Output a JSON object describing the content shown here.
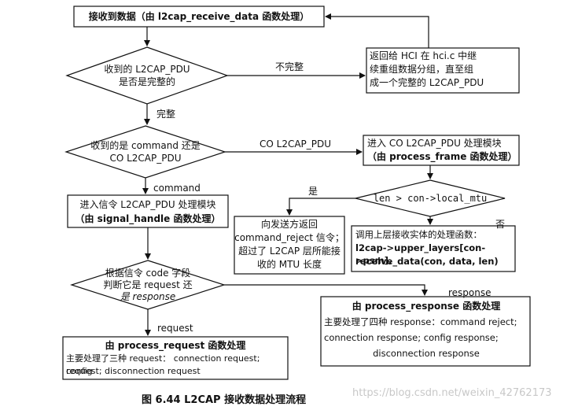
{
  "nodes": {
    "receive": "接收到数据（由 l2cap_receive_data 函数处理）",
    "complete_q_1": "收到的 L2CAP_PDU",
    "complete_q_2": "是否是完整的",
    "hci_1": "返回给 HCI 在 hci.c 中继",
    "hci_2": "续重组数据分组，直至组",
    "hci_3": "成一个完整的 L2CAP_PDU",
    "type_q_1": "收到的是 command 还是",
    "type_q_2": "CO L2CAP_PDU",
    "process_frame_1": "进入 CO L2CAP_PDU 处理模块",
    "process_frame_2": "（由 process_frame 函数处理）",
    "signal_1": "进入信令 L2CAP_PDU 处理模块",
    "signal_2": "（由 signal_handle 函数处理）",
    "mtu_q": "len > con->local_mtu",
    "reject_1": "向发送方返回",
    "reject_2": "command_reject 信令；",
    "reject_3": "超过了 L2CAP 层所能接",
    "reject_4": "收的 MTU 长度",
    "upper_1": "调用上层接收实体的处理函数：",
    "upper_2": "l2cap->upper_layers[con->psm].",
    "upper_3": "receive_data(con, data, len)",
    "code_q_1": "根据信令 code 字段",
    "code_q_2": "判断它是 request 还",
    "code_q_3": "是 response",
    "response_1": "由 process_response 函数处理",
    "response_2": "主要处理了四种 response：command reject;",
    "response_3": "connection response;  config response;",
    "response_4": "disconnection response",
    "request_1": "由 process_request 函数处理",
    "request_2": "主要处理了三种 request： connection request; config",
    "request_3": "request; disconnection request"
  },
  "edges": {
    "incomplete": "不完整",
    "complete": "完整",
    "co_pdu": "CO L2CAP_PDU",
    "command": "command",
    "yes": "是",
    "no": "否",
    "response": "response",
    "request": "request"
  },
  "caption": "图 6.44   L2CAP 接收数据处理流程",
  "watermark": "https://blog.csdn.net/weixin_42762173"
}
